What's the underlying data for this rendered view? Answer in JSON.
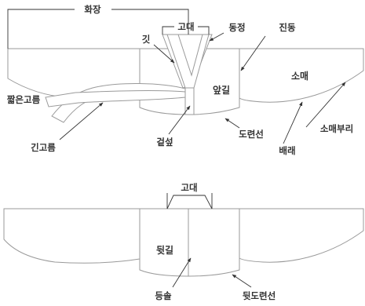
{
  "labels": {
    "hwajang": "화장",
    "godae_top": "고대",
    "dongjeong": "동정",
    "jindong": "진동",
    "git": "깃",
    "apgil": "앞길",
    "somae": "소매",
    "jjalbeun_goreum": "짧은고름",
    "somaeburi": "소매부리",
    "gin_goreum": "긴고름",
    "doryeonseon": "도련선",
    "baerae": "배래",
    "geotseop": "겉섶",
    "godae_back": "고대",
    "dwitgil": "뒷길",
    "deungsol": "등솔",
    "dwit_doryeonseon": "뒷도련선"
  }
}
